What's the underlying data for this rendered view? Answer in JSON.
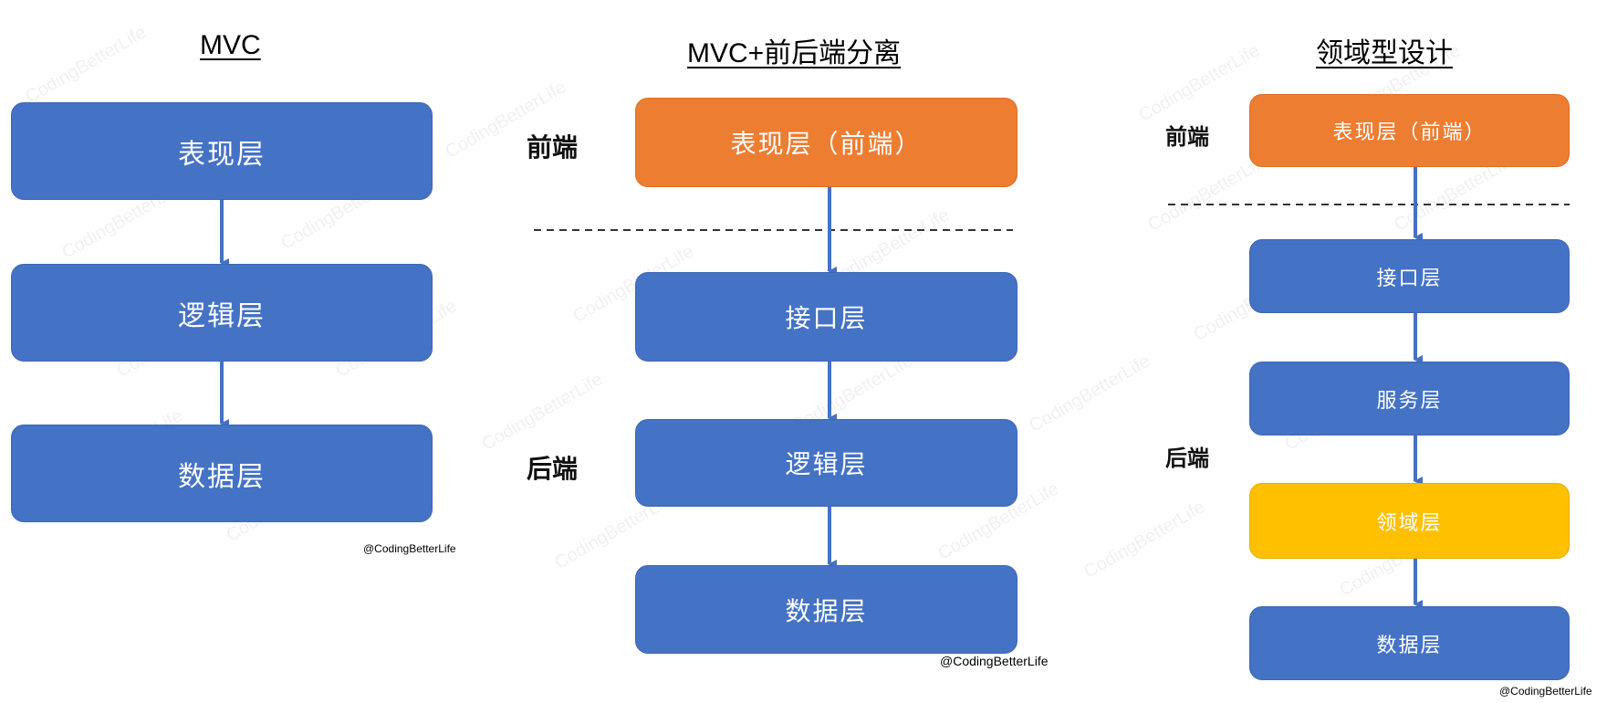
{
  "watermark": "CodingBetterLife",
  "colors": {
    "blue": "#4472c4",
    "orange": "#ed7d31",
    "yellow": "#ffc000",
    "arrow": "#4472c4"
  },
  "mvc": {
    "title": "MVC",
    "layers": [
      "表现层",
      "逻辑层",
      "数据层"
    ],
    "credit": "@CodingBetterLife"
  },
  "separated": {
    "title": "MVC+前后端分离",
    "frontend_label": "前端",
    "backend_label": "后端",
    "layers": [
      "表现层（前端）",
      "接口层",
      "逻辑层",
      "数据层"
    ],
    "credit": "@CodingBetterLife"
  },
  "ddd": {
    "title": "领域型设计",
    "frontend_label": "前端",
    "backend_label": "后端",
    "layers": [
      "表现层（前端）",
      "接口层",
      "服务层",
      "领域层",
      "数据层"
    ],
    "credit": "@CodingBetterLife"
  }
}
